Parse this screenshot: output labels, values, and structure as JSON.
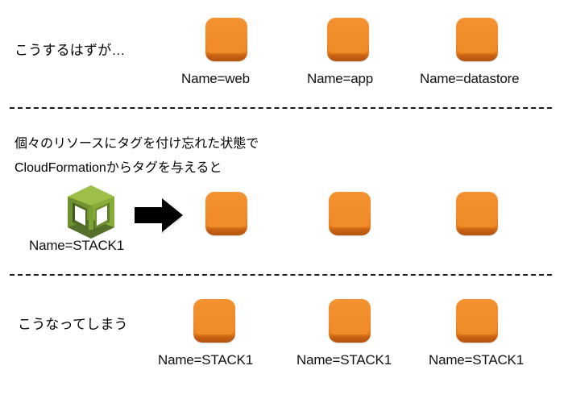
{
  "diagram": {
    "title": "CloudFormation tag propagation illustration",
    "background_color": "#ffffff",
    "box_color": "#F0882A",
    "box_shadow_color": "#B4540D",
    "cfn_green_light": "#97BE3E",
    "cfn_green_mid": "#7AA038",
    "cfn_green_dark": "#5E7B2A",
    "arrow_color": "#000000"
  },
  "sections": [
    {
      "id": "intended",
      "caption": "こうするはずが…",
      "boxes": [
        {
          "label": "Name=web"
        },
        {
          "label": "Name=app"
        },
        {
          "label": "Name=datastore"
        }
      ]
    },
    {
      "id": "cause",
      "caption_lines": [
        "個々のリソースにタグを付け忘れた状態で",
        "CloudFormationからタグを与えると"
      ],
      "source": {
        "icon": "cloudformation-icon",
        "label": "Name=STACK1"
      },
      "arrow": "arrow-right-icon",
      "boxes": [
        {
          "label": ""
        },
        {
          "label": ""
        },
        {
          "label": ""
        }
      ]
    },
    {
      "id": "result",
      "caption": "こうなってしまう",
      "boxes": [
        {
          "label": "Name=STACK1"
        },
        {
          "label": "Name=STACK1"
        },
        {
          "label": "Name=STACK1"
        }
      ]
    }
  ]
}
